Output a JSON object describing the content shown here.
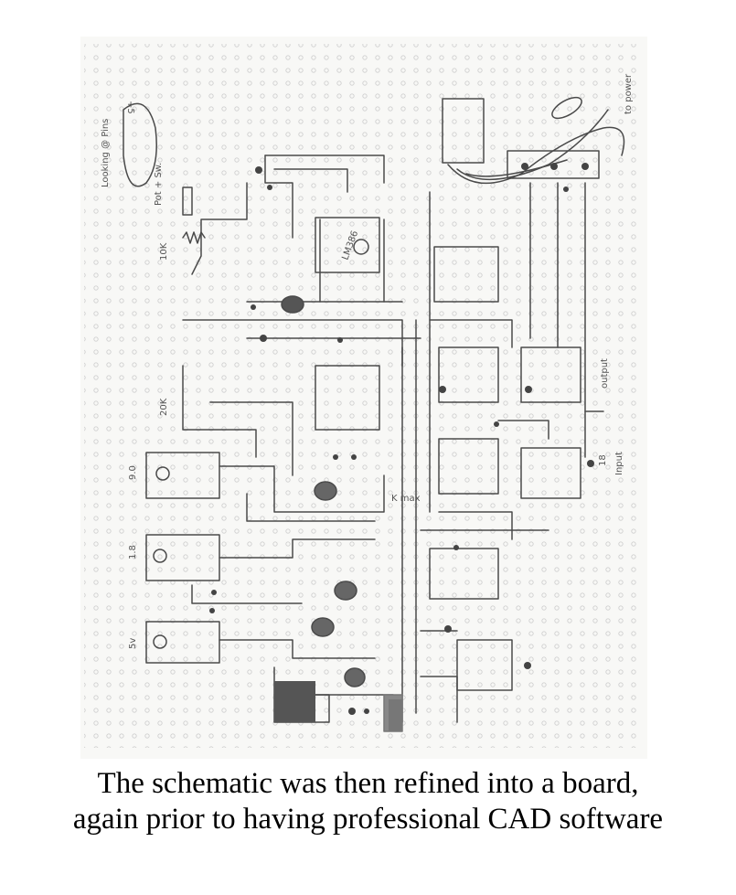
{
  "caption": {
    "line1": "The schematic was then refined into a board,",
    "line2": "again prior to having professional CAD software"
  },
  "sketch_labels": {
    "looking_pins": "Looking @ Pins",
    "plus5": "+5",
    "pot_switch": "Pot + Sw.",
    "r10k": "10K",
    "r20k": "20K",
    "v9": "9.0",
    "v18": "1.8",
    "v5": "5v",
    "rmax": "K max",
    "pin18": "18",
    "input_label": "Input",
    "output_label": "output",
    "to_power": "to power",
    "lm386": "LM386"
  },
  "colors": {
    "pencil": "#4a4a4a",
    "grid_dot": "#c8c8c8",
    "paper": "#f7f7f5"
  }
}
